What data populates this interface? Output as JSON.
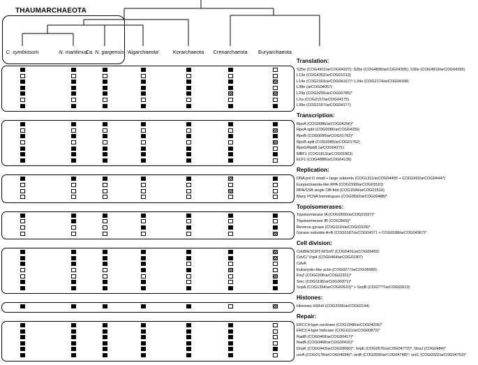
{
  "title": "THAUMARCHAEOTA",
  "taxa": [
    "C. symbiosum",
    "N. maritimus",
    "Ca. N. gargensis",
    "'Aigarchaeota'",
    "Korarchaeota",
    "Crenarchaeota",
    "Euryarchaeota"
  ],
  "sections": [
    {
      "title": "Translation:",
      "rows": [
        {
          "label": "S25e (COG4901/arCOG04327); S26e (COG4830/arCOG04305); S30e (COG4919/arCOG04293)",
          "cells": "ffffffe"
        },
        {
          "label": "L13e (COG4352/arCOG01013)",
          "cells": "eeeeeee"
        },
        {
          "label": "L14e (COG2163/arCOG04167)*; L34e (COG2174/arCOG04168)",
          "cells": "ffffffh"
        },
        {
          "label": "L38e (arCOG04057)",
          "cells": "ffffffe"
        },
        {
          "label": "L29p (COG0255/arCOG00785)*",
          "cells": "fffffhh"
        },
        {
          "label": "LXa (COG2157/arCOG04175)",
          "cells": "eeeeeee"
        },
        {
          "label": "L39e (COG2167/arCOG04177)",
          "cells": "fffffff"
        }
      ]
    },
    {
      "title": "Transcription:",
      "rows": [
        {
          "label": "RpoA (COG0086/arCOG04256)*",
          "cells": "fffffff"
        },
        {
          "label": "RpoA split (COG0086/arCOG04256)",
          "cells": "eeeeeeh"
        },
        {
          "label": "RpoB (COG0085/arCOG01762)*",
          "cells": "fffffff"
        },
        {
          "label": "RpoB split (COG0085/arCOG01762)",
          "cells": "eeeeeeh"
        },
        {
          "label": "RpoG/Rpb8 (arCOG04271)",
          "cells": "ffffffe"
        },
        {
          "label": "MBF1 (COG1813/arCOG01863)",
          "cells": "fffffff"
        },
        {
          "label": "ELF1 (COG4888/arCOG04136)",
          "cells": "ffffffe"
        }
      ]
    },
    {
      "title": "Replication:",
      "rows": [
        {
          "label": "DNA pol D small + large subunits (COG1311/arCOG04455 + COG1933/arCOG04447)",
          "cells": "fffffhf"
        },
        {
          "label": "Euryarchaeota-like RPA (COG1599/arCOG01510)",
          "cells": "eeeeeee"
        },
        {
          "label": "RPA/SSB single OB-fold (COG1599/arCOG01510)",
          "cells": "eeeeehe"
        },
        {
          "label": "Many PCNA homologues (COG0592/arCOG00488)*",
          "cells": "eeeeeee"
        }
      ]
    },
    {
      "title": "Topoisomerases:",
      "rows": [
        {
          "label": "Topoisomerase IA (COG0550/arCOG01527)*",
          "cells": "fffffff"
        },
        {
          "label": "Topoisomerase IB (COG3569)*",
          "cells": "efeeeee"
        },
        {
          "label": "Reverse gyrase (COG1110/arCOG01526)*",
          "cells": "eeeffff"
        },
        {
          "label": "Gyrase subunits A+B (COG0187/arCOG04371 + COG0188/arCOG04367)*",
          "cells": "eeeeeeh"
        }
      ]
    },
    {
      "title": "Cell division:",
      "rows": [
        {
          "label": "CdvB/ESCRT-III/Snf7 (COG5491/arCOG00452)",
          "cells": "ffffffh"
        },
        {
          "label": "CdvC/ Vsp4 (COG0464/arCOG01307)",
          "cells": "ffffffh"
        },
        {
          "label": "CdvA",
          "cells": "ffffeee"
        },
        {
          "label": "Eukaryotic-like actin (COG0277/arCOG05583)",
          "cells": "eeeffhe"
        },
        {
          "label": "FtsZ (COG0206/arCOG02201)*",
          "cells": "eeeeeeh"
        },
        {
          "label": "Smc (COG1196/arCOG00371)*",
          "cells": "ffffeef"
        },
        {
          "label": "ScpA (COG1354/arCOG02610)* + ScpB (COG???/arCOG02613)",
          "cells": "fffffff"
        }
      ]
    },
    {
      "title": "Histones:",
      "rows": [
        {
          "label": "Histones H3/H4 (COG2036/arCOG02144)",
          "cells": "fffffeh"
        }
      ]
    },
    {
      "title": "Repair:",
      "rows": [
        {
          "label": "ERCC4-type nuclease (COG1948/arCOG04206)*",
          "cells": "ffffffe"
        },
        {
          "label": "ERCC4-type helicase (COG1111/arCOG00872)*",
          "cells": "ffffffe"
        },
        {
          "label": "RadB (COG0468/arCOG00417)*",
          "cells": "ffffffe"
        },
        {
          "label": "RadA (COG0468/arCOG00415)*",
          "cells": "ffffffe"
        },
        {
          "label": "DnaK (COG0443/arCOG03060)*; GrpE (COG0576/arCOG04772)*; DnaJ (COG0484)*",
          "cells": "fffffff"
        },
        {
          "label": "uvrA (COG0178/arCOG04694)*; uvrB (COG0556/arCOG04748)*; uvrC (COG0322/arCOG04753)*",
          "cells": "ffffffe"
        }
      ]
    }
  ]
}
